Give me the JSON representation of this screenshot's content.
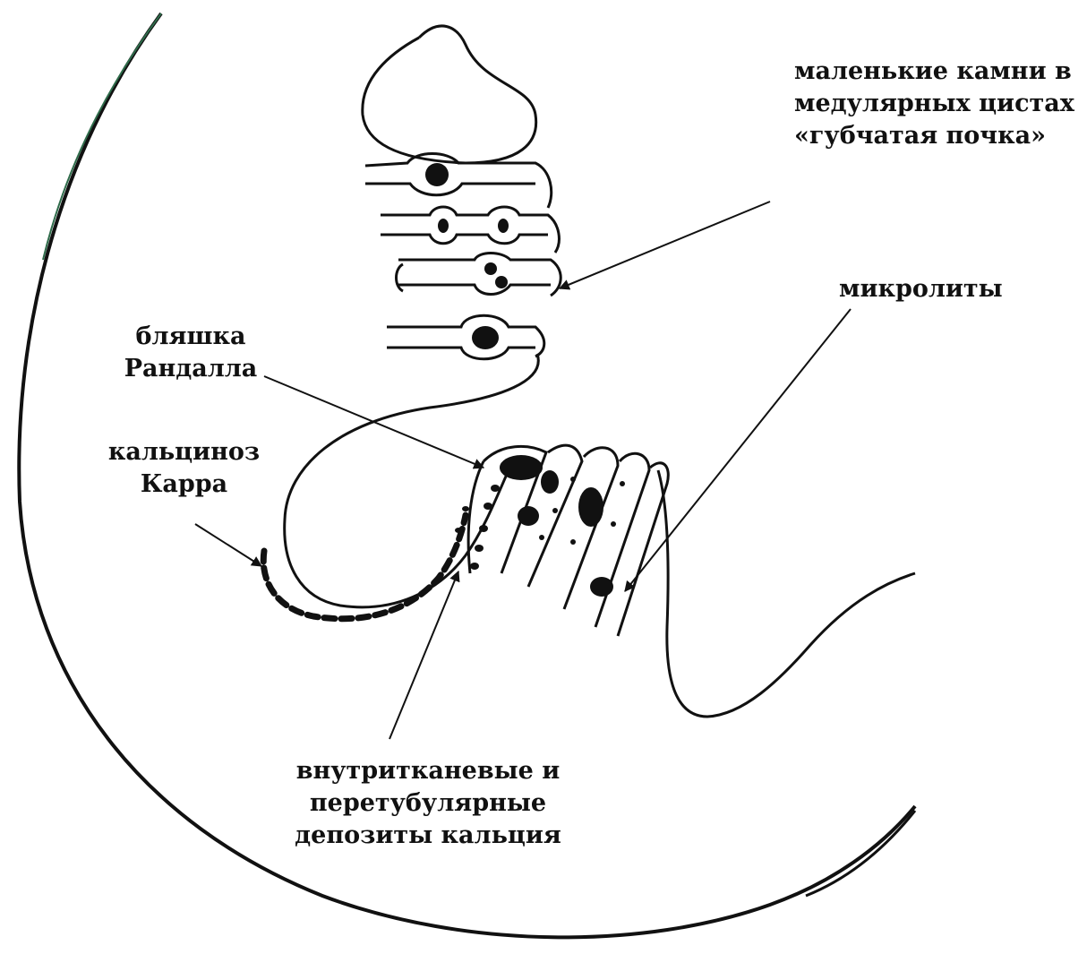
{
  "labels": {
    "sponge_kidney": [
      "маленькие камни в",
      "медулярных цистах",
      "«губчатая почка»"
    ],
    "microliths": [
      "микролиты"
    ],
    "randall_plaque": [
      "бляшка",
      "Рандалла"
    ],
    "carr_calcinosis": [
      "кальциноз",
      "Карра"
    ],
    "interstitial_deposits": [
      "внутритканевые и",
      "перетубулярные",
      "депозиты кальция"
    ]
  },
  "colors": {
    "ink": "#111111",
    "capsule_edge": "#2e6b4a",
    "background": "#ffffff"
  }
}
